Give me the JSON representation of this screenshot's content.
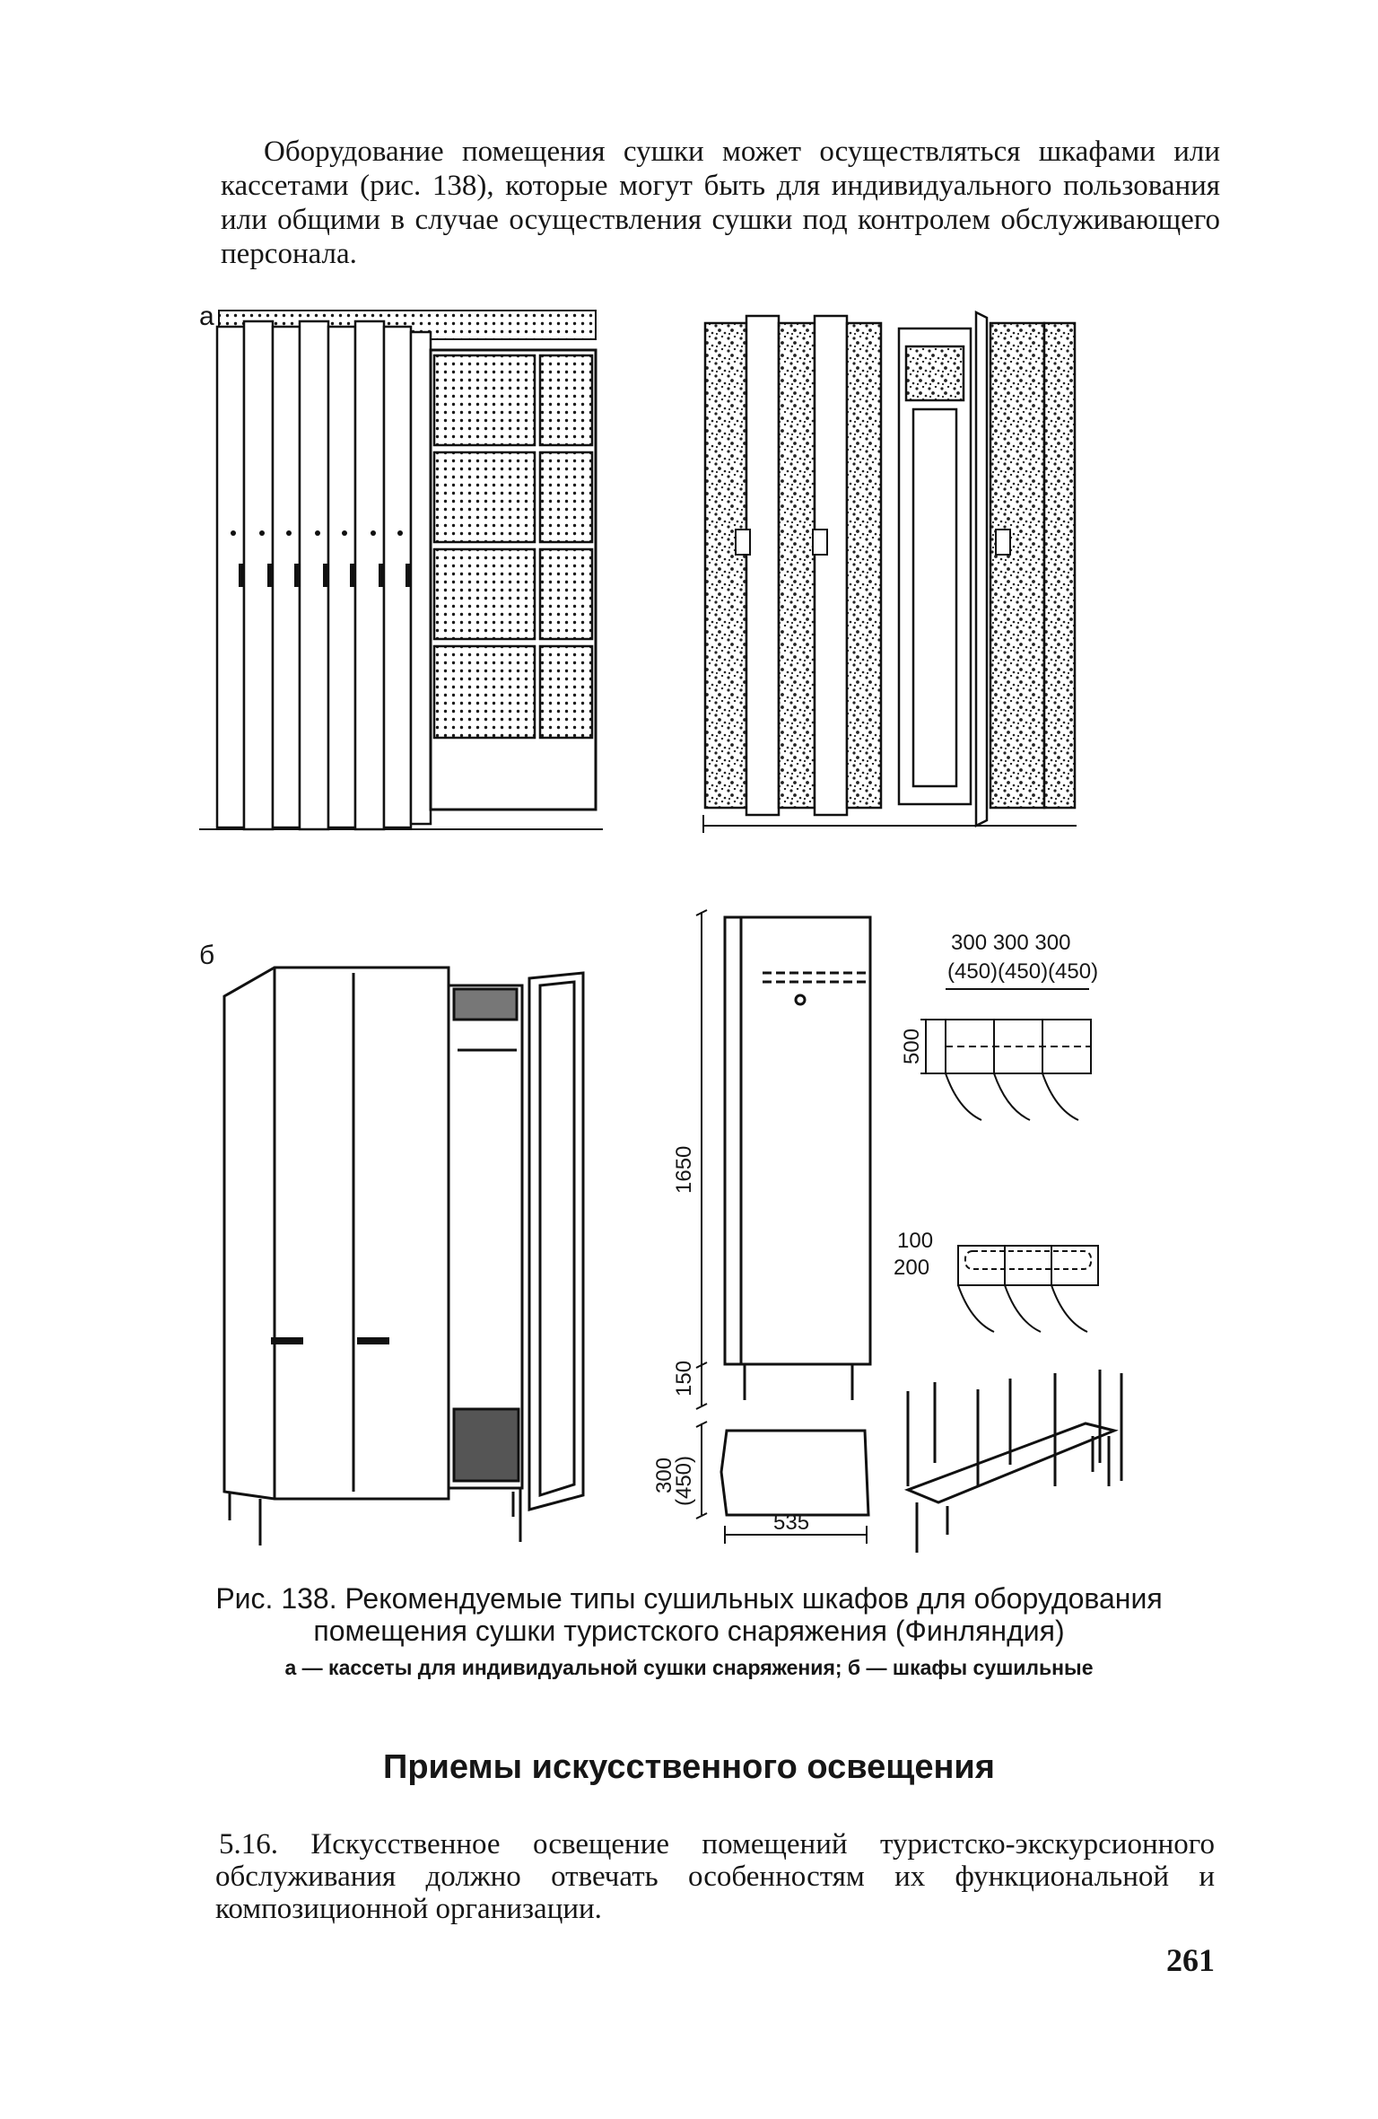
{
  "intro_paragraph": "Оборудование помещения сушки может осуществляться шкафами или кассетами (рис. 138), которые могут быть для индивидуального пользования или общими в случае осуществления сушки под контролем обслуживающего персонала.",
  "figure": {
    "panel_a_label": "а",
    "panel_b_label": "б",
    "dimensions": {
      "height_main": "1650",
      "height_legs": "150",
      "depth_plan": "300",
      "depth_plan_alt": "(450)",
      "width_plan": "535",
      "top_widths": "300 300 300",
      "top_widths_alt": "(450)(450)(450)",
      "row_height": "500",
      "bench_100": "100",
      "bench_200": "200"
    }
  },
  "caption": {
    "main": "Рис. 138. Рекомендуемые типы сушильных шкафов для оборудования помещения сушки туристского снаряжения (Финляндия)",
    "legend": "а — кассеты для индивидуальной сушки снаряжения; б — шкафы сушильные"
  },
  "section_heading": "Приемы искусственного освещения",
  "paragraph_5_16": "5.16. Искусственное освещение помещений туристско-экскурсионного обслуживания должно отвечать особенностям их функциональной и композиционной организации.",
  "page_number": "261"
}
